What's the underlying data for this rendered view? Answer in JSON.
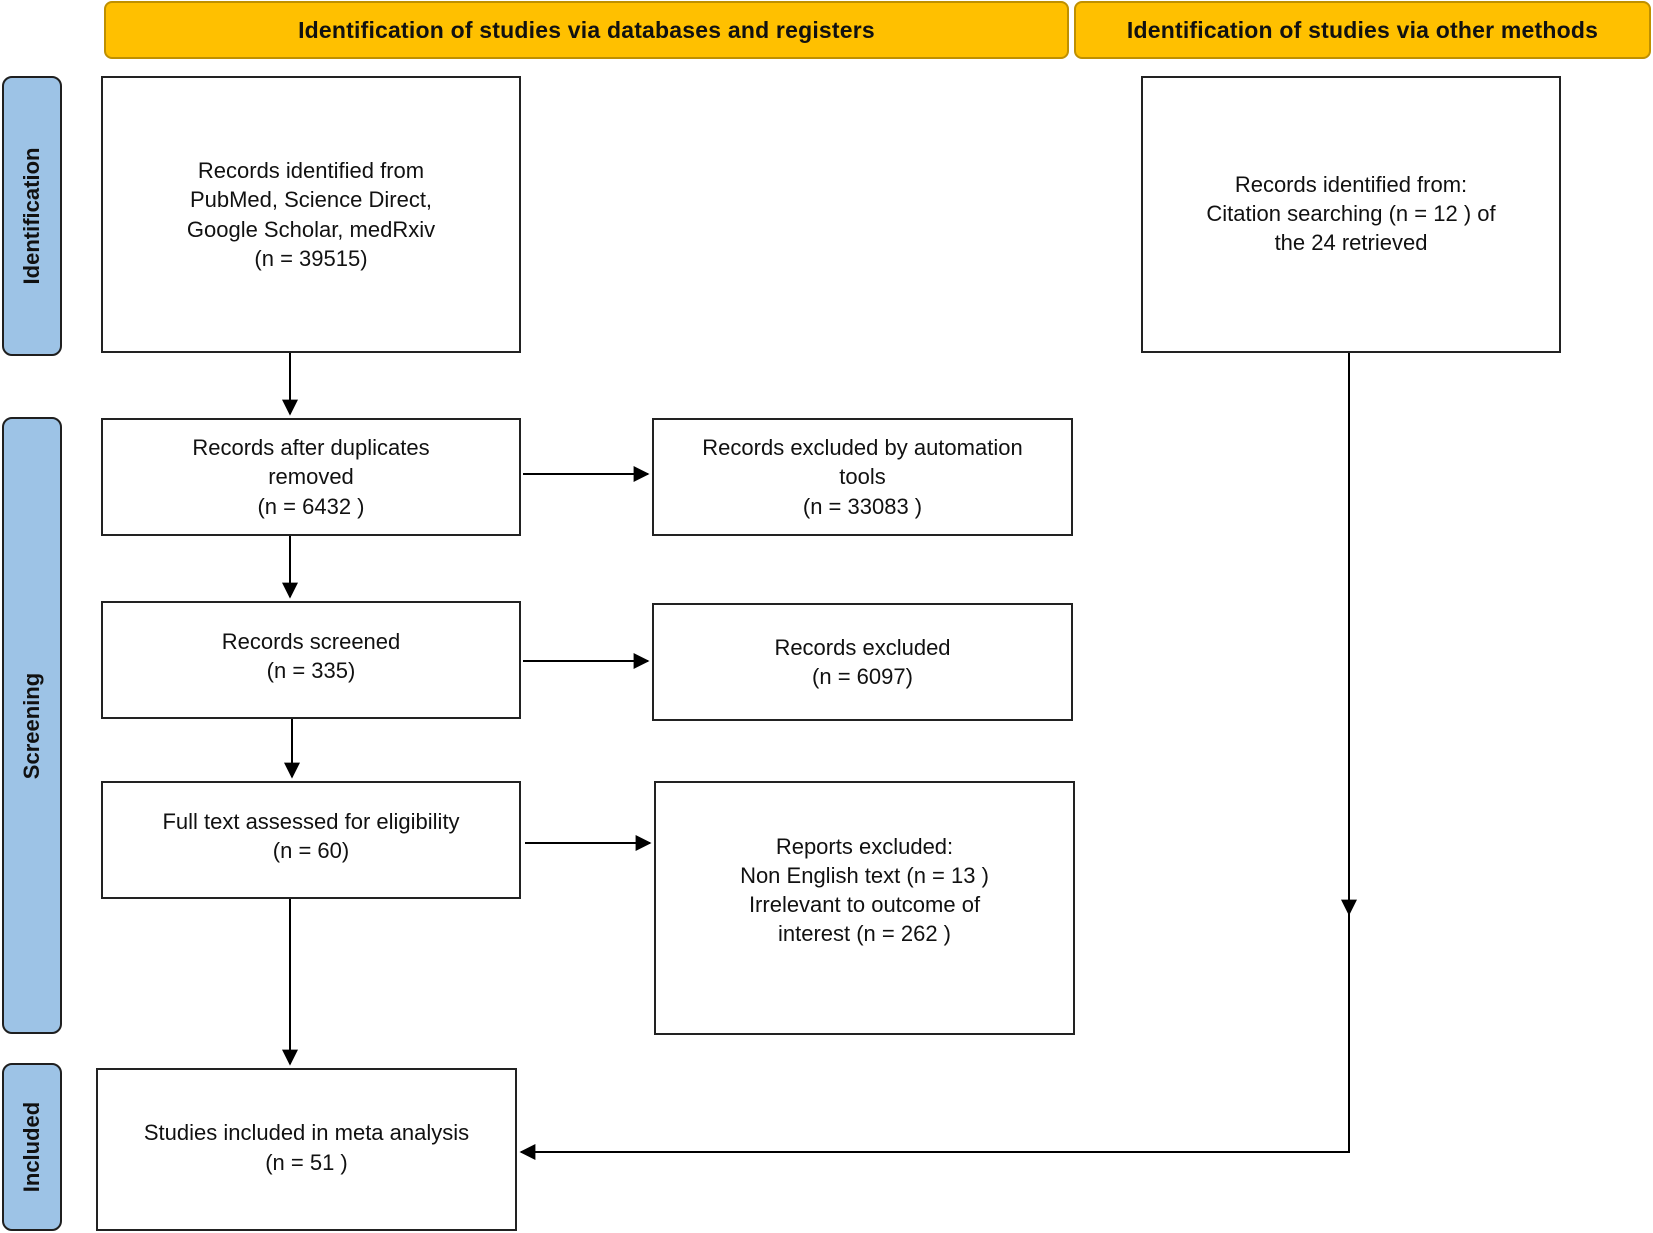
{
  "headers": {
    "databases": "Identification of studies via databases and registers",
    "other_methods": "Identification of studies via other methods"
  },
  "phases": {
    "identification": "Identification",
    "screening": "Screening",
    "included": "Included"
  },
  "boxes": {
    "identified_db": [
      "Records identified from",
      "PubMed, Science Direct,",
      "Google Scholar, medRxiv",
      "(n = 39515)"
    ],
    "identified_other": [
      "Records identified from:",
      "Citation searching (n = 12 ) of",
      "the 24 retrieved"
    ],
    "after_duplicates": [
      "Records after duplicates",
      "removed",
      "(n = 6432 )"
    ],
    "excluded_automation": [
      "Records excluded by automation",
      "tools",
      "(n = 33083 )"
    ],
    "screened": [
      "Records screened",
      "(n = 335)"
    ],
    "excluded": [
      "Records excluded",
      "(n = 6097)"
    ],
    "full_text": [
      "Full text assessed for eligibility",
      "(n = 60)"
    ],
    "reports_excluded": [
      "Reports excluded:",
      "Non English text (n = 13 )",
      "Irrelevant to outcome of",
      "interest  (n = 262 )"
    ],
    "included": [
      "Studies included in meta analysis",
      "(n = 51 )"
    ]
  }
}
